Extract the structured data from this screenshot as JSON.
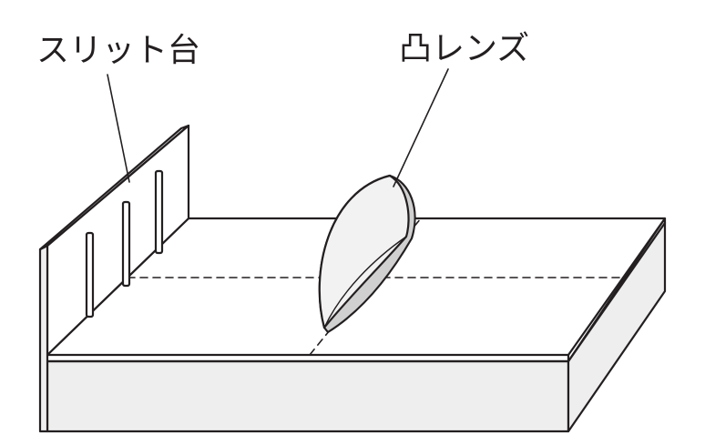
{
  "labels": {
    "slit_stand": "スリット台",
    "convex_lens": "凸レンズ"
  },
  "colors": {
    "ink": "#231f20",
    "box_side": "#eeeeee",
    "lens_face": "#f2f2f2",
    "lens_rim": "#d0d0d0"
  },
  "figure": {
    "slit_count": 3
  }
}
